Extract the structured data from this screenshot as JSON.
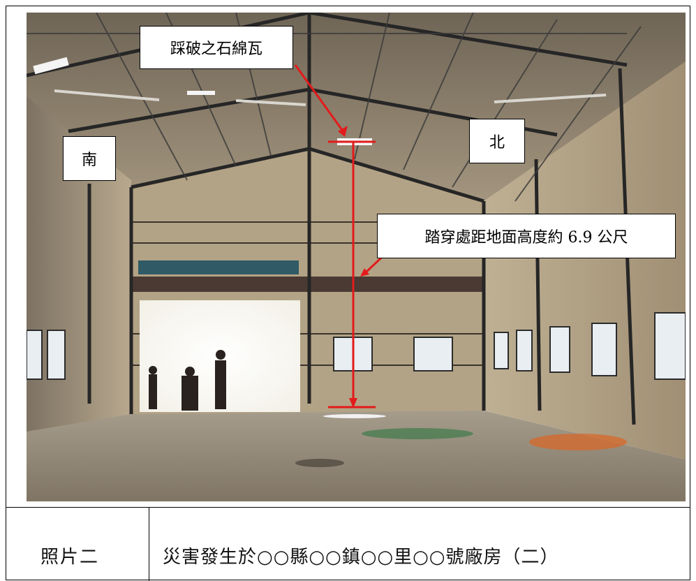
{
  "caption": {
    "label": "照片二",
    "text": "災害發生於○○縣○○鎮○○里○○號廠房（二）"
  },
  "callouts": {
    "broken_tile": "踩破之石綿瓦",
    "south": "南",
    "north": "北",
    "height_note": "踏穿處距地面高度約 6.9 公尺"
  },
  "colors": {
    "annotation_line": "#e21b1b",
    "frame": "#000000",
    "steel": "#2b2b2b",
    "roof": "#8c7f6e",
    "wall": "#b9a98e"
  }
}
